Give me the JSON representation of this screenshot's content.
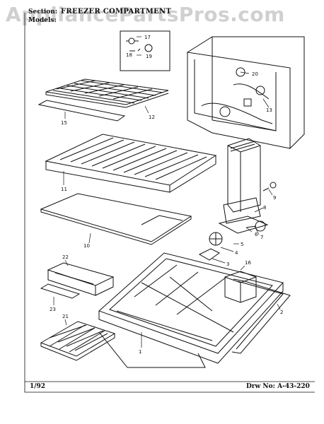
{
  "header": {
    "section_label": "Section:",
    "section_value": "FREEZER COMPARTMENT",
    "models_label": "Models:"
  },
  "watermark": "AppliancePartsPros.com",
  "footer": {
    "date": "1/92",
    "drawing_number": "Drw No: A-43-220"
  },
  "callouts": [
    "17",
    "18",
    "19",
    "20",
    "15",
    "12",
    "13",
    "11",
    "9",
    "8",
    "10",
    "6",
    "5",
    "4",
    "3",
    "7",
    "22",
    "16",
    "2",
    "23",
    "21",
    "1"
  ]
}
